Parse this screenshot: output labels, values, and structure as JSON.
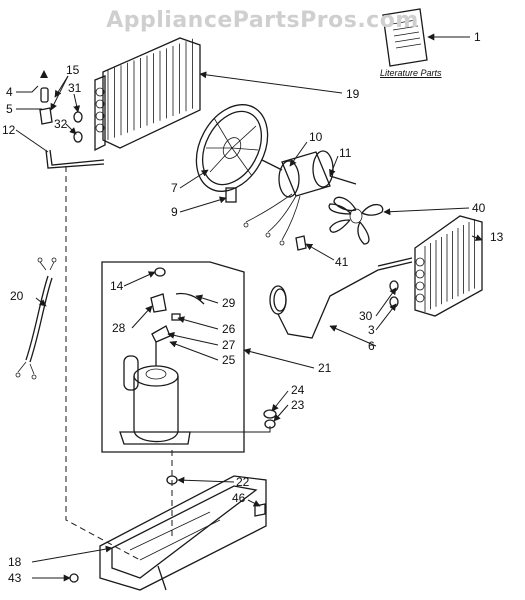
{
  "watermark": "AppliancePartsPros.com",
  "literature_label": "Literature Parts",
  "callouts": {
    "c1": "1",
    "c3": "3",
    "c4": "4",
    "c5": "5",
    "c6": "6",
    "c7": "7",
    "c9": "9",
    "c10": "10",
    "c11": "11",
    "c12": "12",
    "c13": "13",
    "c14": "14",
    "c15": "15",
    "c18": "18",
    "c19": "19",
    "c20": "20",
    "c21": "21",
    "c22": "22",
    "c23": "23",
    "c24": "24",
    "c25": "25",
    "c26": "26",
    "c27": "27",
    "c28": "28",
    "c29": "29",
    "c30": "30",
    "c31": "31",
    "c32": "32",
    "c40": "40",
    "c41": "41",
    "c43": "43",
    "c46": "46"
  }
}
